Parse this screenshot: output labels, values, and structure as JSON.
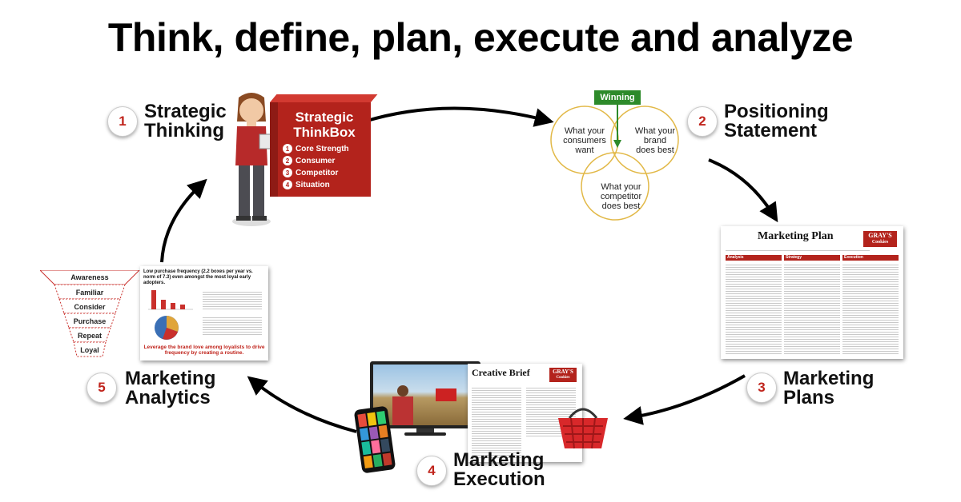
{
  "title": "Think, define, plan, execute and analyze",
  "colors": {
    "accent_red": "#b3231c",
    "number_red": "#c0241c",
    "winning_green": "#2d8a2a",
    "venn_outline": "#e2b948"
  },
  "steps": [
    {
      "number": "1",
      "line1": "Strategic",
      "line2": "Thinking"
    },
    {
      "number": "2",
      "line1": "Positioning",
      "line2": "Statement"
    },
    {
      "number": "3",
      "line1": "Marketing",
      "line2": "Plans"
    },
    {
      "number": "4",
      "line1": "Marketing",
      "line2": "Execution"
    },
    {
      "number": "5",
      "line1": "Marketing",
      "line2": "Analytics"
    }
  ],
  "thinkbox": {
    "title_line1": "Strategic",
    "title_line2": "ThinkBox",
    "items": [
      {
        "num": "1",
        "label": "Core Strength"
      },
      {
        "num": "2",
        "label": "Consumer"
      },
      {
        "num": "3",
        "label": "Competitor"
      },
      {
        "num": "4",
        "label": "Situation"
      }
    ]
  },
  "venn": {
    "winning": "Winning",
    "left": [
      "What your",
      "consumers",
      "want"
    ],
    "right": [
      "What your",
      "brand",
      "does best"
    ],
    "bottom": [
      "What your",
      "competitor",
      "does best"
    ]
  },
  "marketing_plan": {
    "title": "Marketing Plan",
    "logo_line1": "GRAY'S",
    "logo_line2": "Cookies",
    "columns": [
      "Analysis",
      "Strategy",
      "Execution"
    ]
  },
  "creative_brief": {
    "title": "Creative Brief",
    "logo_line1": "GRAY'S",
    "logo_line2": "Cookies"
  },
  "analytics_slide": {
    "headline": "Low purchase frequency (2.2 boxes per year vs. norm of 7.3) even amongst the most loyal early adopters.",
    "footer": "Leverage the brand love among loyalists to drive frequency by creating a routine."
  },
  "funnel": [
    "Awareness",
    "Familiar",
    "Consider",
    "Purchase",
    "Repeat",
    "Loyal"
  ]
}
